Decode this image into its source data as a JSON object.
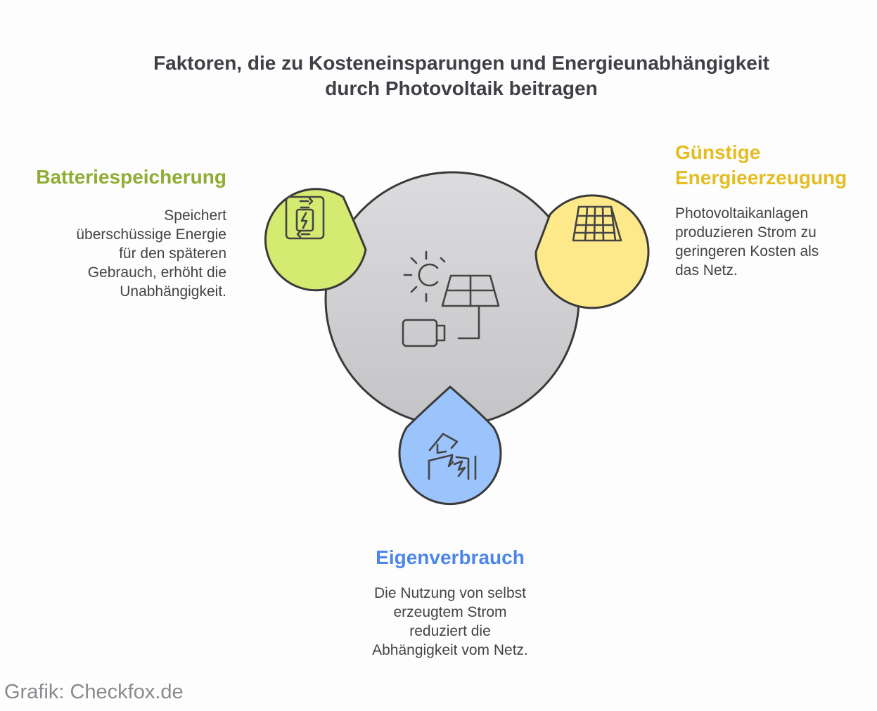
{
  "title": {
    "line1": "Faktoren, die zu Kosteneinsparungen und Energieunabhängigkeit",
    "line2": "durch Photovoltaik beitragen"
  },
  "center": {
    "icon": "solar-panel-battery-icon"
  },
  "factors": {
    "battery": {
      "heading": "Batteriespeicherung",
      "color": "#8fad33",
      "fill": "#d4ea70",
      "icon": "battery-cycle-icon",
      "desc": [
        "Speichert",
        "überschüssige Energie",
        "für den späteren",
        "Gebrauch, erhöht die",
        "Unabhängigkeit."
      ]
    },
    "cheap": {
      "heading": [
        "Günstige",
        "Energieerzeugung"
      ],
      "color": "#e3bd22",
      "fill": "#fde98a",
      "icon": "solar-panel-icon",
      "desc": [
        "Photovoltaikanlagen",
        "produzieren Strom zu",
        "geringeren Kosten als",
        "das Netz."
      ]
    },
    "self": {
      "heading": "Eigenverbrauch",
      "color": "#4d86e8",
      "fill": "#9bc3fc",
      "icon": "house-lightning-icon",
      "desc": [
        "Die Nutzung von selbst",
        "erzeugtem Strom",
        "reduziert die",
        "Abhängigkeit vom Netz."
      ]
    }
  },
  "credit": "Grafik: Checkfox.de"
}
